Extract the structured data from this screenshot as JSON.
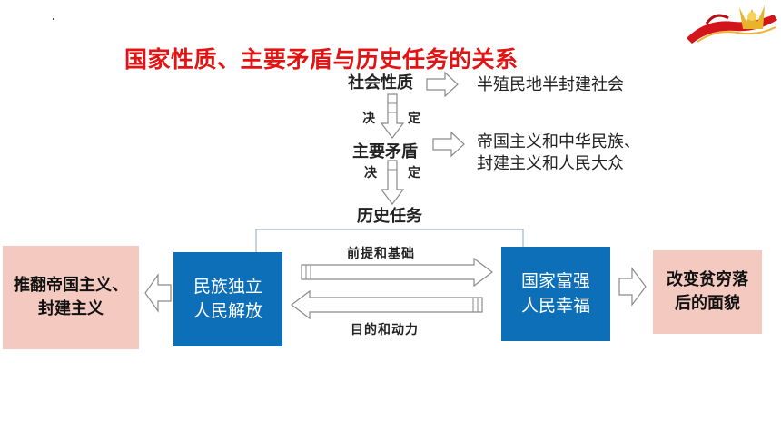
{
  "title": "国家性质、主要矛盾与历史任务的关系",
  "chain": {
    "social_nature": "社会性质",
    "social_nature_value": "半殖民地半封建社会",
    "decide_1": "决",
    "decide_2": "定",
    "main_contradiction": "主要矛盾",
    "main_contradiction_value_line1": "帝国主义和中华民族、",
    "main_contradiction_value_line2": "封建主义和人民大众",
    "decide_3": "决",
    "decide_4": "定",
    "historical_task": "历史任务"
  },
  "boxes": {
    "overthrow_line1": "推翻帝国主义、",
    "overthrow_line2": "封建主义",
    "independence_line1": "民族独立",
    "independence_line2": "人民解放",
    "prosperity_line1": "国家富强",
    "prosperity_line2": "人民幸福",
    "change_line1": "改变贫穷落",
    "change_line2": "后的面貌"
  },
  "arrows": {
    "premise": "前提和基础",
    "purpose": "目的和动力"
  },
  "colors": {
    "title": "#e31313",
    "blue_box": "#0e6fb9",
    "pink_box": "#f4c9c0"
  },
  "icons": {
    "corner": "gift-ribbon-decoration-icon"
  }
}
